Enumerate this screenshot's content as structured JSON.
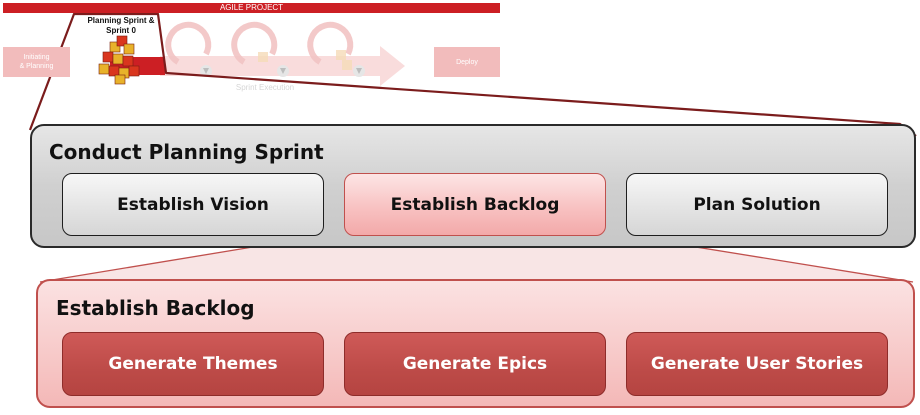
{
  "agile_strip": {
    "banner_label": "AGILE PROJECT",
    "initiating_label": "Initiating\n& Planning",
    "deploy_label": "Deploy",
    "sprint_execution_label": "Sprint Execution",
    "focus_title": "Planning Sprint & Sprint 0"
  },
  "planning_panel": {
    "title": "Conduct Planning Sprint",
    "steps": [
      "Establish Vision",
      "Establish Backlog",
      "Plan Solution"
    ],
    "active_step": "Establish Backlog"
  },
  "backlog_panel": {
    "title": "Establish Backlog",
    "steps": [
      "Generate Themes",
      "Generate Epics",
      "Generate User Stories"
    ]
  },
  "colors": {
    "brand_red": "#cc1f24",
    "dark_red": "#8b1a1a",
    "outline_gray": "#2a2a2a",
    "backlog_panel_fill": "#f4b8b7",
    "backlog_step_fill": "#bd4b48"
  },
  "icons": [
    "cube-stack-icon",
    "cycle-arrow-icon",
    "down-arrow-icon"
  ]
}
